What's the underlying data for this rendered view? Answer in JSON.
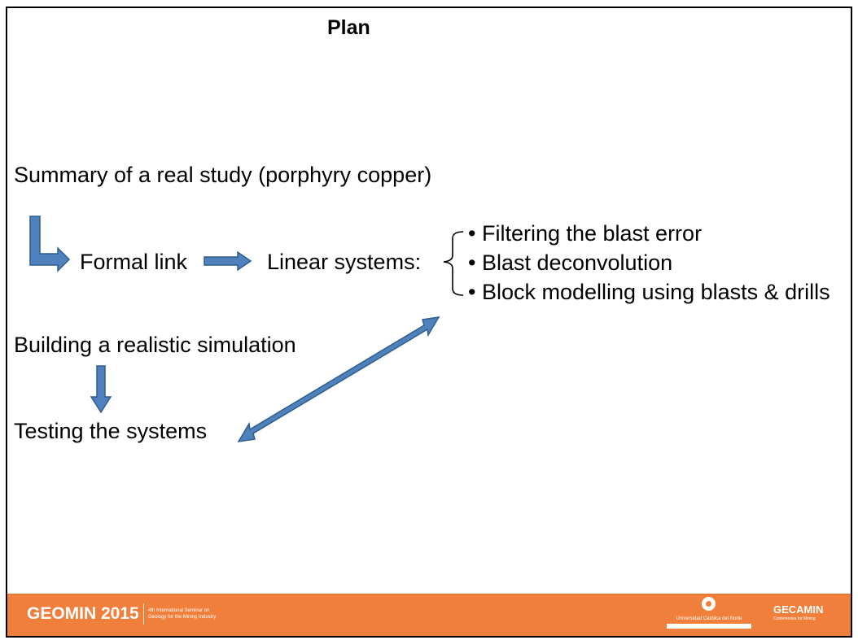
{
  "slide": {
    "title": "Plan",
    "summary": "Summary of a real study (porphyry copper)",
    "formal_link": "Formal link",
    "linear_systems": "Linear systems:",
    "bullets": [
      "• Filtering the blast error",
      "• Blast deconvolution",
      "• Block modelling using blasts & drills"
    ],
    "building": "Building a realistic simulation",
    "testing": "Testing the systems"
  },
  "footer": {
    "brand": "GEOMIN 2015",
    "seminar_line1": "4th International Seminar on",
    "seminar_line2": "Geology for the Mining Industry",
    "university": "Universidad Católica del Norte",
    "gecamin": "GECAMIN",
    "gecamin_sub": "Conferences for Mining"
  },
  "colors": {
    "arrow": "#4f81bd",
    "arrow_outline": "#2f5d8c",
    "footer_bg": "#f07f3c"
  }
}
